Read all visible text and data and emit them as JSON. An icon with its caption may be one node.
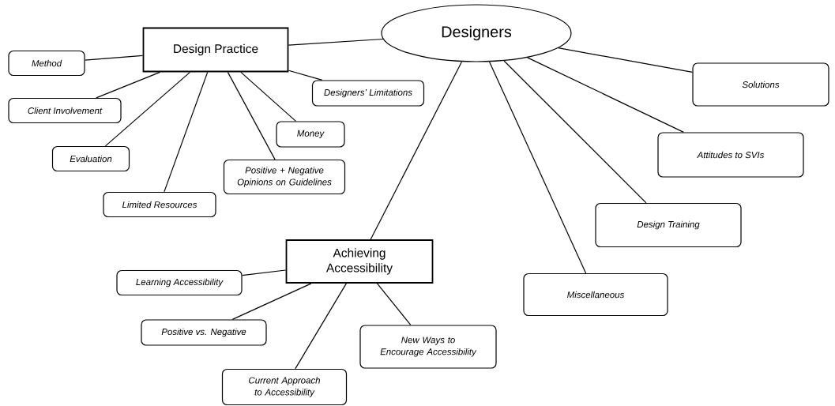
{
  "diagram": {
    "nodes": [
      {
        "text": [
          "Designers"
        ]
      },
      {
        "text": [
          "Design Practice"
        ]
      },
      {
        "text": [
          "Method"
        ]
      },
      {
        "text": [
          "Designers’ Limitations"
        ]
      },
      {
        "text": [
          "Client Involvement"
        ]
      },
      {
        "text": [
          "Money"
        ]
      },
      {
        "text": [
          "Evaluation"
        ]
      },
      {
        "text": [
          "Positive + Negative Opinions on Guidelines"
        ]
      },
      {
        "text": [
          "Limited Resources"
        ]
      },
      {
        "text": [
          "Solutions"
        ]
      },
      {
        "text": [
          "Attitudes to SVIs"
        ]
      },
      {
        "text": [
          "Design Training"
        ]
      },
      {
        "text": [
          "Achieving Accessibility"
        ]
      },
      {
        "text": [
          "Learning Accessibility"
        ]
      },
      {
        "text": [
          "Miscellaneous"
        ]
      },
      {
        "text": [
          "Positive vs. Negative"
        ]
      },
      {
        "text": [
          "New Ways to Encourage Accessibility"
        ]
      },
      {
        "text": [
          "Current Approach to Accessibility"
        ]
      }
    ],
    "edges": [
      {
        "from": 0,
        "to": 1,
        "arrow": "none"
      },
      {
        "from": 1,
        "to": 2,
        "arrow": "none"
      },
      {
        "from": 1,
        "to": 3,
        "arrow": "none"
      },
      {
        "from": 1,
        "to": 4,
        "arrow": "none"
      },
      {
        "from": 1,
        "to": 5,
        "arrow": "none"
      },
      {
        "from": 1,
        "to": 6,
        "arrow": "none"
      },
      {
        "from": 1,
        "to": 7,
        "arrow": "none"
      },
      {
        "from": 1,
        "to": 8,
        "arrow": "none"
      },
      {
        "from": 0,
        "to": 9,
        "arrow": "none"
      },
      {
        "from": 0,
        "to": 10,
        "arrow": "none"
      },
      {
        "from": 0,
        "to": 11,
        "arrow": "none"
      },
      {
        "from": 0,
        "to": 12,
        "arrow": "none"
      },
      {
        "from": 0,
        "to": 14,
        "arrow": "none"
      },
      {
        "from": 12,
        "to": 13,
        "arrow": "none"
      },
      {
        "from": 12,
        "to": 15,
        "arrow": "none"
      },
      {
        "from": 12,
        "to": 16,
        "arrow": "none"
      },
      {
        "from": 12,
        "to": 17,
        "arrow": "none"
      }
    ]
  }
}
